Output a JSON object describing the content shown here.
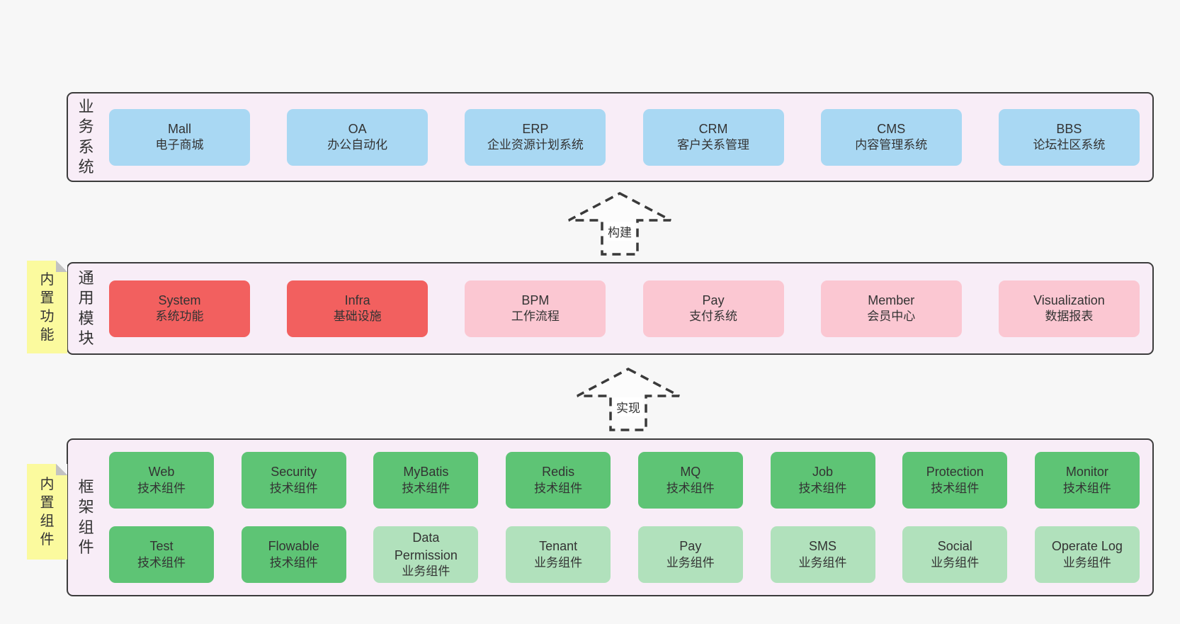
{
  "diagram": {
    "bands": [
      {
        "label": "业务系统",
        "boxes": [
          {
            "title": "Mall",
            "subtitle": "电子商城"
          },
          {
            "title": "OA",
            "subtitle": "办公自动化"
          },
          {
            "title": "ERP",
            "subtitle": "企业资源计划系统"
          },
          {
            "title": "CRM",
            "subtitle": "客户关系管理"
          },
          {
            "title": "CMS",
            "subtitle": "内容管理系统"
          },
          {
            "title": "BBS",
            "subtitle": "论坛社区系统"
          }
        ]
      },
      {
        "label": "通用模块",
        "note": "内置功能",
        "boxes": [
          {
            "title": "System",
            "subtitle": "系统功能"
          },
          {
            "title": "Infra",
            "subtitle": "基础设施"
          },
          {
            "title": "BPM",
            "subtitle": "工作流程"
          },
          {
            "title": "Pay",
            "subtitle": "支付系统"
          },
          {
            "title": "Member",
            "subtitle": "会员中心"
          },
          {
            "title": "Visualization",
            "subtitle": "数据报表"
          }
        ]
      },
      {
        "label": "框架组件",
        "note": "内置组件",
        "rows": [
          [
            {
              "title": "Web",
              "subtitle": "技术组件"
            },
            {
              "title": "Security",
              "subtitle": "技术组件"
            },
            {
              "title": "MyBatis",
              "subtitle": "技术组件"
            },
            {
              "title": "Redis",
              "subtitle": "技术组件"
            },
            {
              "title": "MQ",
              "subtitle": "技术组件"
            },
            {
              "title": "Job",
              "subtitle": "技术组件"
            },
            {
              "title": "Protection",
              "subtitle": "技术组件"
            },
            {
              "title": "Monitor",
              "subtitle": "技术组件"
            }
          ],
          [
            {
              "title": "Test",
              "subtitle": "技术组件"
            },
            {
              "title": "Flowable",
              "subtitle": "技术组件"
            },
            {
              "title": "Data Permission",
              "subtitle": "业务组件"
            },
            {
              "title": "Tenant",
              "subtitle": "业务组件"
            },
            {
              "title": "Pay",
              "subtitle": "业务组件"
            },
            {
              "title": "SMS",
              "subtitle": "业务组件"
            },
            {
              "title": "Social",
              "subtitle": "业务组件"
            },
            {
              "title": "Operate Log",
              "subtitle": "业务组件"
            }
          ]
        ]
      }
    ],
    "arrows": [
      {
        "label": "构建"
      },
      {
        "label": "实现"
      }
    ],
    "colors": {
      "page_background": "#f7f7f7",
      "band_background": "#f8edf7",
      "band_border": "#3c3c3c",
      "blue_box": "#a9d8f3",
      "red_box": "#f2605f",
      "pink_box": "#fbc7d2",
      "green_box": "#5ec475",
      "light_green_box": "#b1e1bc",
      "sticky_note": "#fbfa9e",
      "text": "#333333"
    }
  }
}
